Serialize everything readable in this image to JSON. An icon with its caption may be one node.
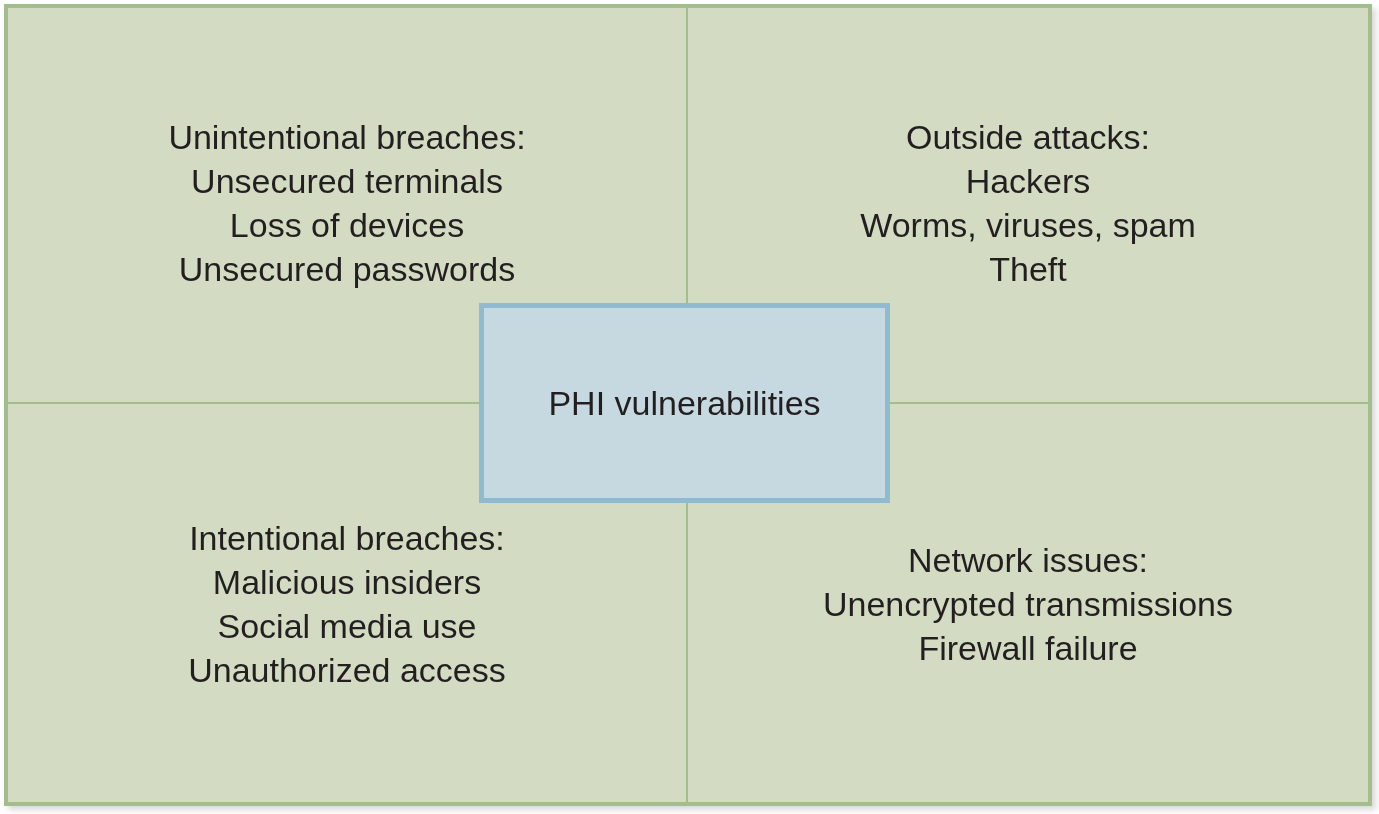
{
  "diagram": {
    "nodes": [
      {
        "text": [
          "Unintentional breaches:",
          "Unsecured terminals",
          "Loss of devices",
          "Unsecured passwords"
        ]
      },
      {
        "text": [
          "Outside attacks:",
          "Hackers",
          "Worms, viruses, spam",
          "Theft"
        ]
      },
      {
        "text": [
          "PHI vulnerabilities"
        ]
      },
      {
        "text": [
          "Intentional breaches:",
          "Malicious insiders",
          "Social media use",
          "Unauthorized access"
        ]
      },
      {
        "text": [
          "Network issues:",
          "Unencrypted transmissions",
          "Firewall failure"
        ]
      }
    ]
  }
}
